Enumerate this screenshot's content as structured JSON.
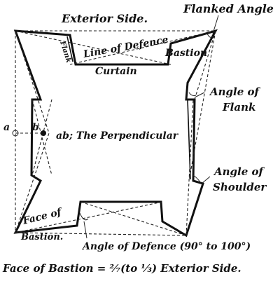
{
  "labels": {
    "exterior_side": "Exterior  Side.",
    "flanked_angle": "Flanked Angle",
    "flank": "Flank",
    "line_of_defence": "Line of Defence",
    "bastion": "Bastion",
    "curtain": "Curtain",
    "angle_of_flank_1": "Angle of",
    "angle_of_flank_2": "Flank",
    "point_a": "a",
    "point_b": "b",
    "perpendicular": "ab; The Perpendicular",
    "angle_of_shoulder_1": "Angle of",
    "angle_of_shoulder_2": "Shoulder",
    "face_of_bastion_1": "Face of",
    "face_of_bastion_2": "Bastion.",
    "angle_of_defence": "Angle of Defence (90° to 100°)",
    "caption": "Face of Bastion = ²⁄₇(to ⅓) Exterior Side."
  }
}
